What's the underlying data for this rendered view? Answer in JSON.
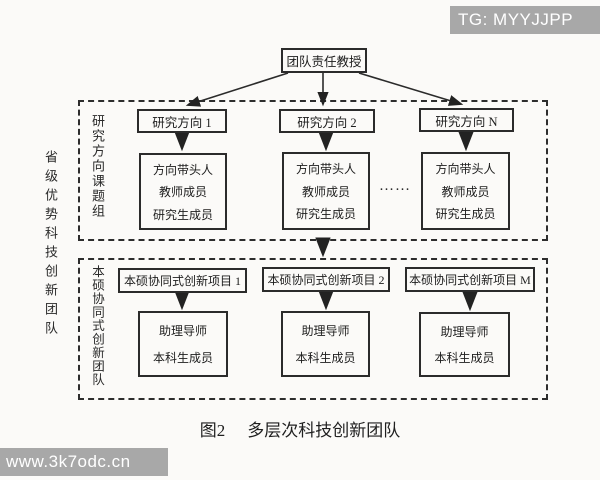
{
  "watermarks": {
    "top_right": "TG: MYYJJPP",
    "bottom_left": "www.3k7odc.cn"
  },
  "diagram": {
    "root_label": "团队责任教授",
    "outer_side_label": "省级优势科技创新团队",
    "upper_group": {
      "side_label": "研究方向课题组",
      "ellipsis": "……",
      "columns": [
        {
          "direction": "研究方向 1",
          "members": [
            "方向带头人",
            "教师成员",
            "研究生成员"
          ]
        },
        {
          "direction": "研究方向 2",
          "members": [
            "方向带头人",
            "教师成员",
            "研究生成员"
          ]
        },
        {
          "direction": "研究方向 N",
          "members": [
            "方向带头人",
            "教师成员",
            "研究生成员"
          ]
        }
      ]
    },
    "lower_group": {
      "side_label": "本硕协同式创新团队",
      "columns": [
        {
          "project": "本硕协同式创新项目 1",
          "members": [
            "助理导师",
            "本科生成员"
          ]
        },
        {
          "project": "本硕协同式创新项目 2",
          "members": [
            "助理导师",
            "本科生成员"
          ]
        },
        {
          "project": "本硕协同式创新项目 M",
          "members": [
            "助理导师",
            "本科生成员"
          ]
        }
      ]
    },
    "caption": {
      "figure_no": "图2",
      "title": "多层次科技创新团队"
    }
  },
  "colors": {
    "line": "#2b2b2b",
    "watermark_bg": "#a8a8a8",
    "background": "#fbfaf8"
  }
}
